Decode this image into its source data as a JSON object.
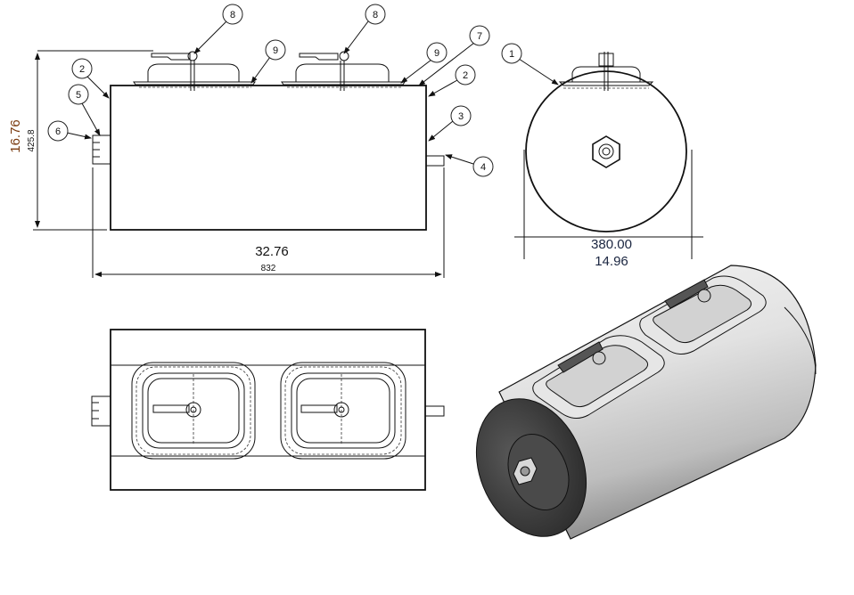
{
  "drawing": {
    "balloons": {
      "front_8a": "8",
      "front_8b": "8",
      "front_9a": "9",
      "front_9b": "9",
      "front_7": "7",
      "front_2a": "2",
      "front_2b": "2",
      "front_5": "5",
      "front_6": "6",
      "front_3": "3",
      "front_4": "4",
      "side_1": "1"
    },
    "dimensions": {
      "height_in": "16.76",
      "height_mm": "425.8",
      "length_in": "32.76",
      "length_mm": "832",
      "diameter_mm": "380.00",
      "diameter_in": "14.96"
    },
    "colors": {
      "height_in_text": "#7a3b10",
      "body_shade": "#3a3a3a"
    }
  }
}
